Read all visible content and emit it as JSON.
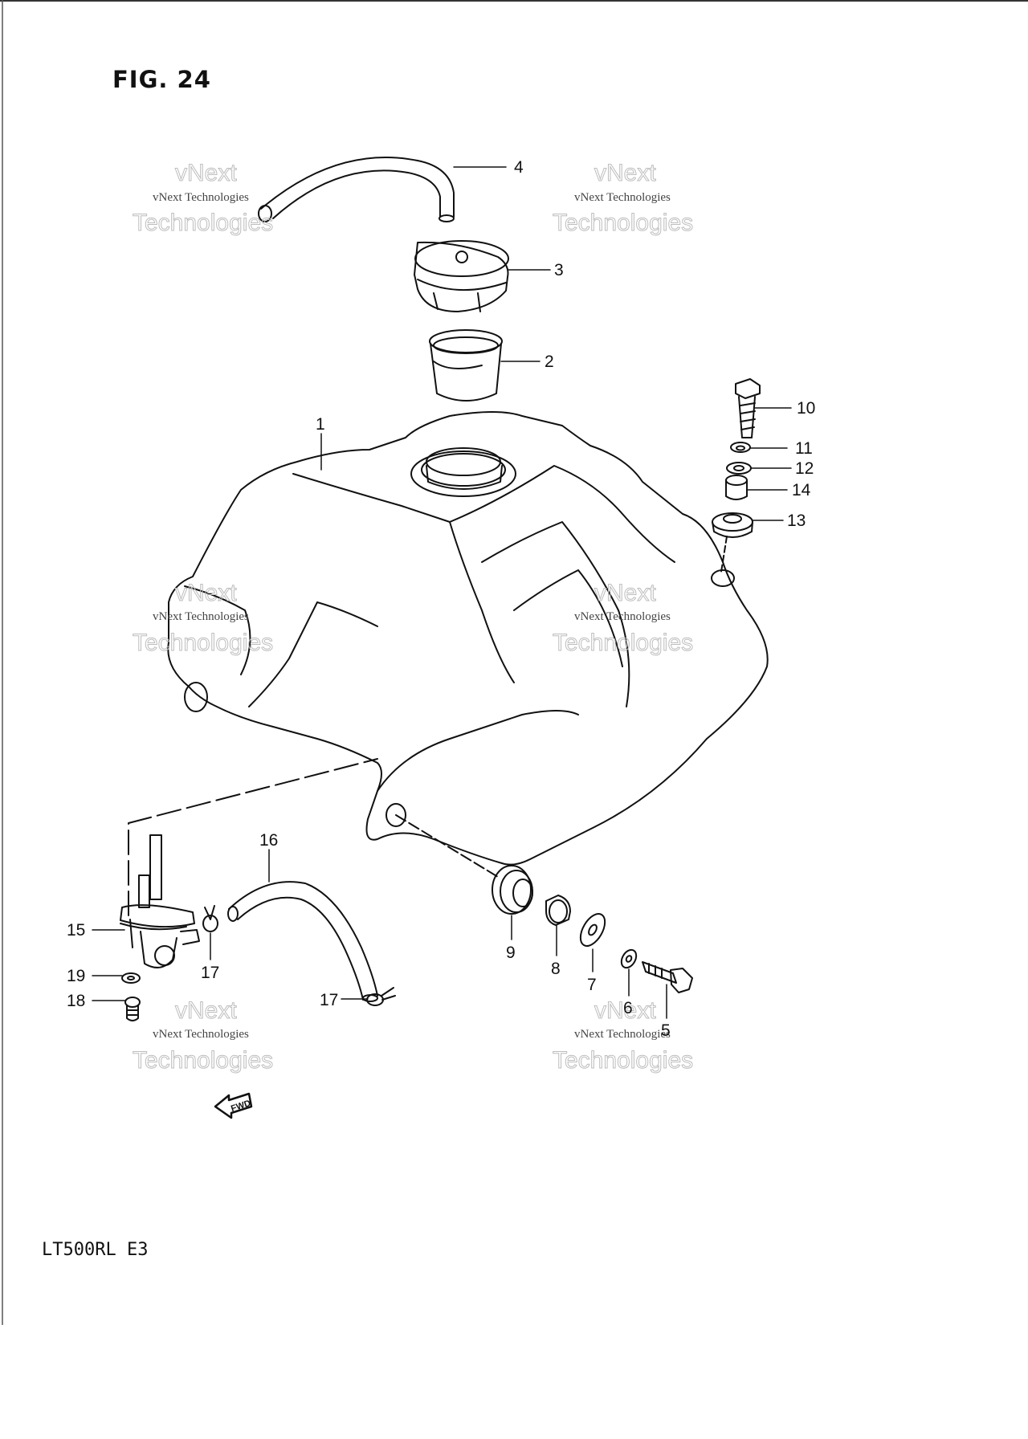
{
  "figure": {
    "title": "FIG. 24",
    "model": "LT500RL  E3"
  },
  "callouts": [
    "1",
    "2",
    "3",
    "4",
    "5",
    "6",
    "7",
    "8",
    "9",
    "10",
    "11",
    "12",
    "13",
    "14",
    "15",
    "16",
    "17",
    "18",
    "19"
  ],
  "callout_17_second": "17",
  "fwd_label": "FWD",
  "watermark": {
    "line1": "vNext Technologies",
    "line2": "vNext",
    "line3": "Technologies"
  }
}
